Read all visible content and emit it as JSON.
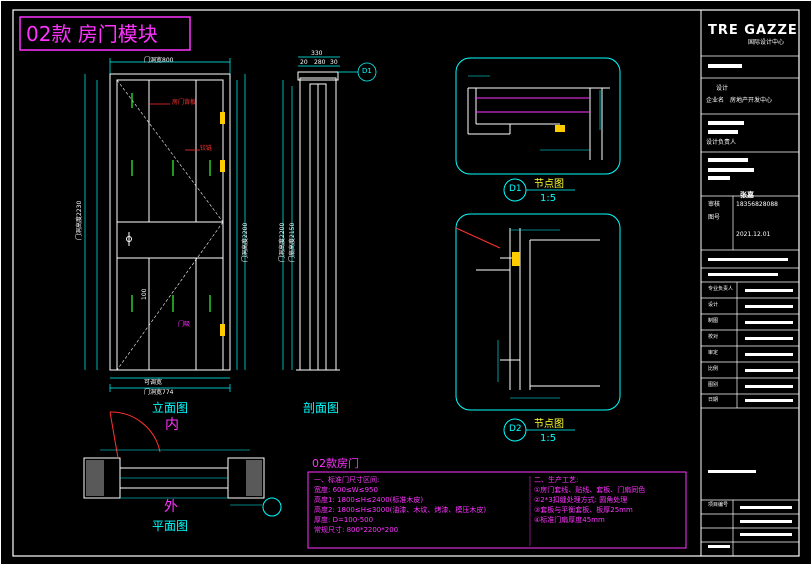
{
  "title_block_header": "02款 房门模块",
  "brand": {
    "logo_text": "TRE GAZZE",
    "sub": "国际设计中心"
  },
  "views": {
    "elevation_label": "立面图",
    "section_label": "剖面图",
    "plan_label": "平面图",
    "inside_label": "内",
    "outside_label": "外",
    "node1_label": "节点图",
    "node1_scale": "1:5",
    "node2_label": "节点图",
    "node2_scale": "1:5",
    "node1_tag": "D1",
    "node2_tag": "D2"
  },
  "elevation_dims": {
    "top_width": "门洞宽800",
    "bottom_width": "门洞宽774",
    "opening": "可调宽",
    "height_left": "门洞高度2230",
    "height_right": "门洞高度2200",
    "handle_label": "100",
    "red_note1": "房门背板",
    "red_note2": "铰链",
    "red_note3": "门吸"
  },
  "section_dims": {
    "top": "330",
    "sub_a": "20",
    "sub_b": "280",
    "sub_c": "30",
    "tag": "D1",
    "height_a": "门洞高度2200",
    "height_b": "门扇高度2150"
  },
  "spec_panel": {
    "title": "02款房门",
    "left_heading": "一、标准门尺寸区间:",
    "left_lines": [
      "宽度: 600≤W≤950",
      "高度1: 1800≤H≤2400(标准木皮)",
      "高度2: 1800≤H≤3000(油漆、木纹、烤漆、模压木皮)",
      "厚度: D=100-500",
      "常规尺寸: 800*2200*200"
    ],
    "right_heading": "二、生产工艺:",
    "right_lines": [
      "①房门套线、贴线、套板、门扇同色",
      "②2*3扣缝处理方式: 圆角处理",
      "③套板与平衡套板、板厚25mm",
      "④标准门扇厚度45mm"
    ]
  },
  "title_block": {
    "phone": "18356828088",
    "company_lines": [
      "设计",
      "企业名",
      "房地产开发中心",
      "设计负责人"
    ],
    "date": "2021.12.01",
    "name": "张嘉",
    "rows": [
      "审核",
      "图号",
      "专业负责人",
      "设计",
      "制图",
      "校对",
      "审定",
      "比例",
      "图别",
      "日期",
      "项目编号"
    ]
  },
  "colors": {
    "frame": "#ffffff",
    "accent": "#ff33ff",
    "dims": "#00ffff",
    "note": "#ff3030",
    "hatch": "#33ff33"
  }
}
